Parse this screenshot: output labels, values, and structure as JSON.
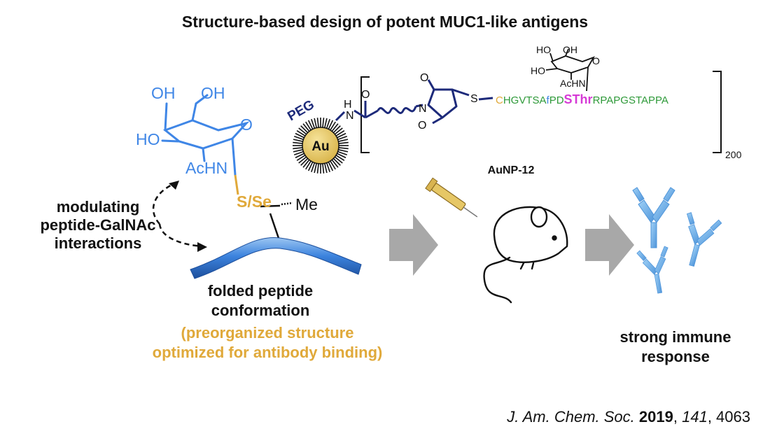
{
  "title": "Structure-based design of potent MUC1-like antigens",
  "sugar": {
    "oh1": "OH",
    "oh2": "OH",
    "ho": "HO",
    "achn": "AcHN",
    "ring_o": "O",
    "linker": "S/Se",
    "me": "Me"
  },
  "modulating": [
    "modulating",
    "peptide-GalNAc",
    "interactions"
  ],
  "folded": [
    "folded peptide",
    "conformation"
  ],
  "preorganized": [
    "(preorganized structure",
    "optimized for antibody binding)"
  ],
  "conjugate": {
    "peg": "PEG",
    "au": "Au",
    "nh_h": "H",
    "nh_n": "N",
    "amide_o": "O",
    "imide_o1": "O",
    "imide_o2": "O",
    "imide_n": "N",
    "s_link": "S",
    "seq_c": "C",
    "seq_green1": "HGVTSA",
    "seq_f": "f",
    "seq_pd": "PD",
    "seq_sthr": "SThr",
    "seq_green2": "RPAPGSTAPPA",
    "glyco_ho1": "HO",
    "glyco_oh": "OH",
    "glyco_ho2": "HO",
    "glyco_o": "O",
    "glyco_achn": "AcHN",
    "subscript": "200",
    "name": "AuNP-12"
  },
  "response": [
    "strong immune",
    "response"
  ],
  "citation": {
    "journal": "J. Am. Chem. Soc.",
    "year": "2019",
    "volume": "141",
    "page": "4063"
  },
  "colors": {
    "sugar_blue": "#3f86e6",
    "linker_gold": "#e0a93a",
    "linker_navy": "#1d2a7a",
    "peptide_green": "#2f9a3a",
    "sthr_magenta": "#d63ad6",
    "antibody_blue": "#6aaee8",
    "arrow_gray": "#a8a8a8",
    "gold_particle": "#e6c766"
  },
  "icons": [
    "syringe-icon",
    "mouse-icon",
    "antibody-icon"
  ]
}
